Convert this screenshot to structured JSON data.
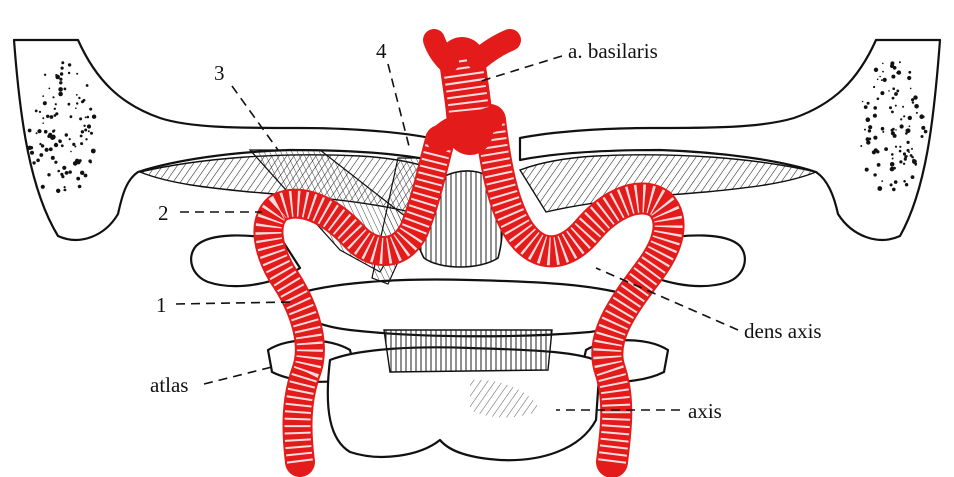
{
  "labels": {
    "num_3": "3",
    "num_4": "4",
    "num_2": "2",
    "num_1": "1",
    "basilaris": "a. basilaris",
    "dens_axis": "dens axis",
    "atlas": "atlas",
    "axis": "axis"
  },
  "colors": {
    "artery": "#e41b1b",
    "ink": "#111111",
    "bone": "#ffffff"
  }
}
